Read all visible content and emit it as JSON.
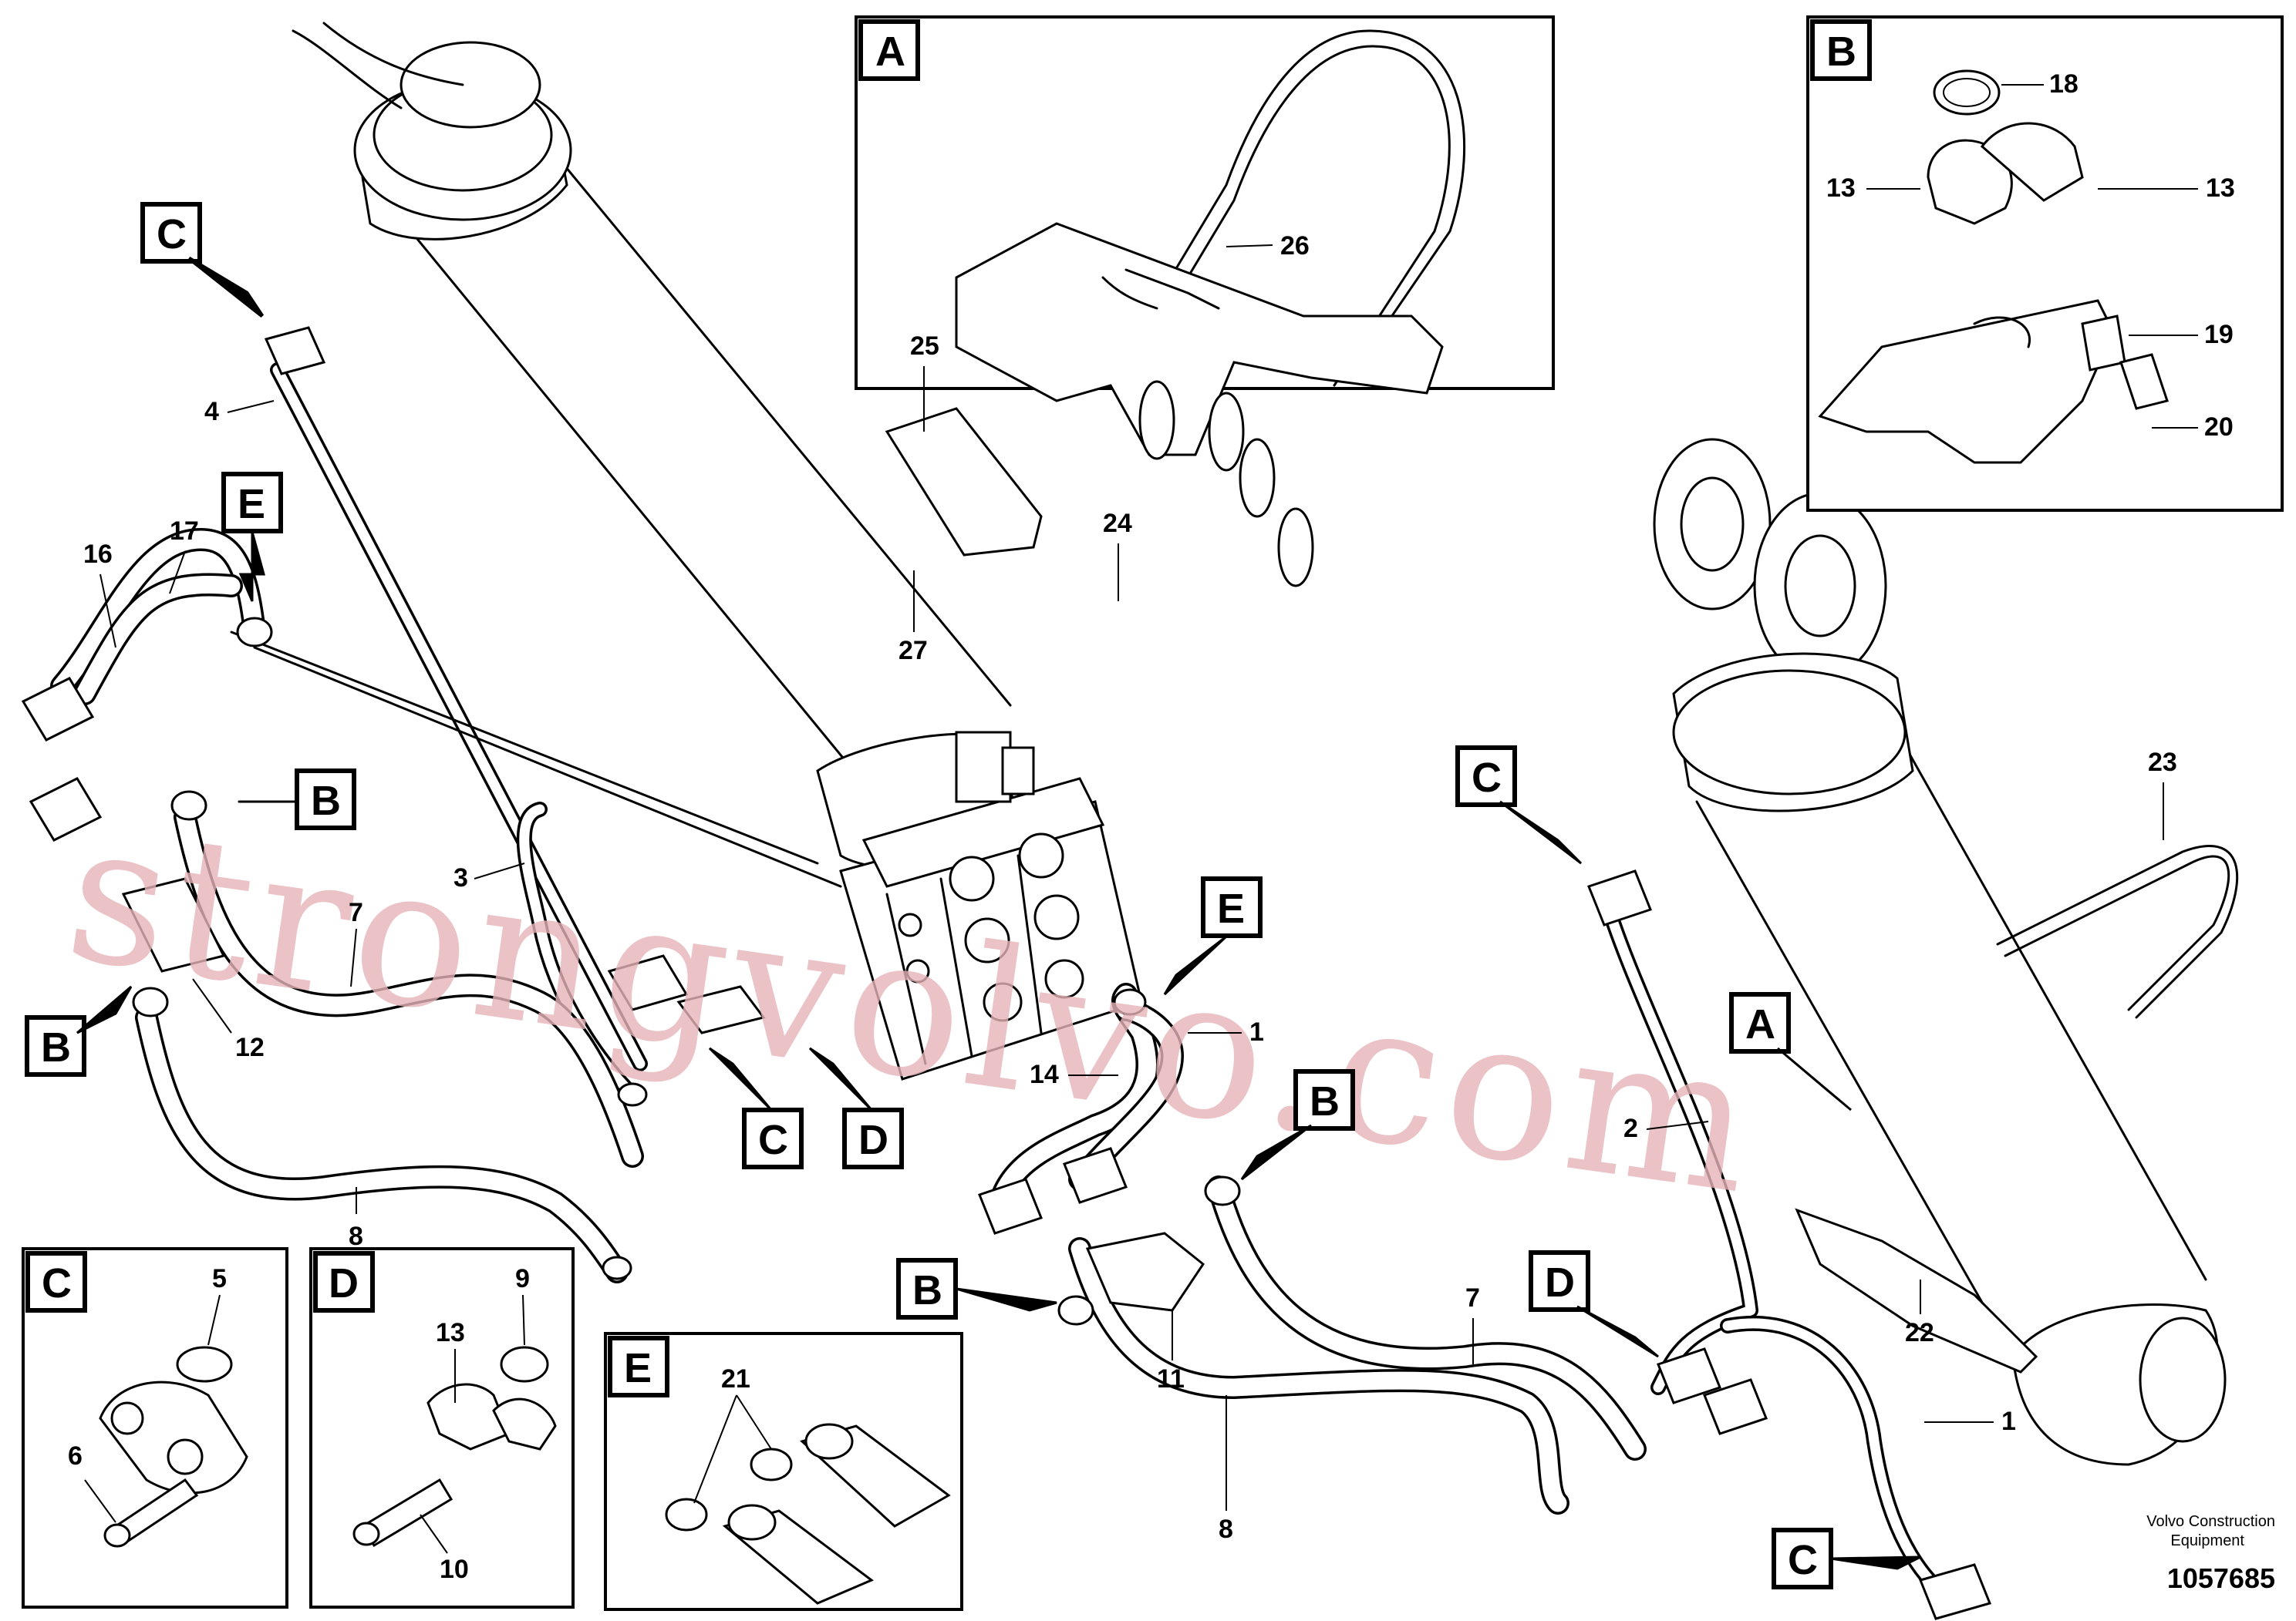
{
  "callouts": {
    "n1": "1",
    "n2": "2",
    "n3": "3",
    "n4": "4",
    "n5": "5",
    "n6": "6",
    "n7": "7",
    "n8": "8",
    "n9": "9",
    "n10": "10",
    "n11": "11",
    "n12": "12",
    "n13": "13",
    "n14": "14",
    "n16": "16",
    "n17": "17",
    "n18": "18",
    "n19": "19",
    "n20": "20",
    "n21": "21",
    "n22": "22",
    "n23": "23",
    "n24": "24",
    "n25": "25",
    "n26": "26",
    "n27": "27"
  },
  "detail_letters": {
    "a": "A",
    "b": "B",
    "c": "C",
    "d": "D",
    "e": "E"
  },
  "watermark": "strongvolvo.com",
  "footer": {
    "line1": "Volvo Construction",
    "line2": "Equipment",
    "ref": "1057685"
  }
}
